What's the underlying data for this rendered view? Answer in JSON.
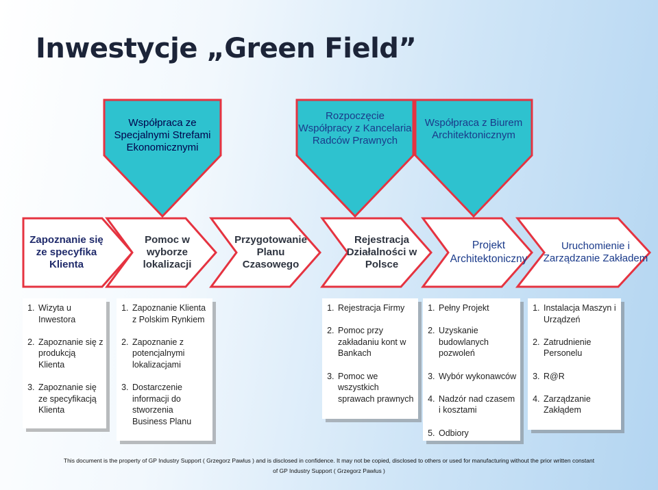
{
  "title": "Inwestycje „Green Field”",
  "top_arrows": [
    {
      "text": "Współpraca ze Specjalnymi Strefami Ekonomicznymi",
      "color": "#00004a"
    },
    {
      "text": "Rozpoczęcie Współpracy z Kancelaria Radców Prawnych",
      "color": "#1a3a8a"
    },
    {
      "text": "Współpraca z Biurem Architektonicznym",
      "color": "#1a3a8a"
    }
  ],
  "chevrons": [
    {
      "label": "Zapoznanie się ze specyfika Klienta"
    },
    {
      "label": "Pomoc w wyborze lokalizacji"
    },
    {
      "label": "Przygotowanie Planu Czasowego"
    },
    {
      "label": "Rejestracja Działalności w Polsce"
    },
    {
      "label": "Projekt Architektoniczny"
    },
    {
      "label": "Uruchomienie i Zarządzanie Zakładem"
    }
  ],
  "steps": [
    {
      "items": [
        "Wizyta u Inwestora",
        "Zapoznanie się z produkcją Klienta",
        "Zapoznanie się ze specyfikacją Klienta"
      ]
    },
    {
      "items": [
        "Zapoznanie Klienta z Polskim Rynkiem",
        "Zapoznanie z potencjalnymi lokalizacjami",
        "Dostarczenie informacji do stworzenia Business Planu"
      ]
    },
    {
      "items": [
        "Rejestracja Firmy",
        "Pomoc przy zakładaniu kont w Bankach",
        "Pomoc we wszystkich sprawach prawnych"
      ]
    },
    {
      "items": [
        "Pełny Projekt",
        "Uzyskanie budowlanych pozwoleń",
        "Wybór wykonawców",
        "Nadzór nad czasem i kosztami",
        "Odbiory"
      ]
    },
    {
      "items": [
        "Instalacja Maszyn i Urządzeń",
        "Zatrudnienie Personelu",
        "R@R",
        "Zarządzanie Zakłądem"
      ]
    }
  ],
  "footer": {
    "line1": "This document is the property of GP Industry Support ( Grzegorz Pawlus ) and is disclosed in confidence. It may not be copied, disclosed to others or used for manufacturing without the prior written constant",
    "line2": "of GP Industry Support ( Grzegorz Pawlus )"
  }
}
